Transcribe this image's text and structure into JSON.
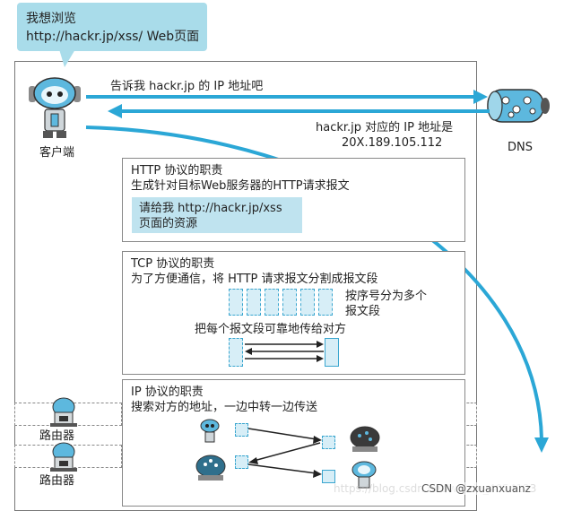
{
  "bubble": {
    "line1": "我想浏览",
    "line2": "http://hackr.jp/xss/ Web页面"
  },
  "dns": {
    "request": "告诉我 hackr.jp 的 IP 地址吧",
    "reply_line1": "hackr.jp 对应的 IP 地址是",
    "reply_line2": "20X.189.105.112",
    "label": "DNS"
  },
  "client_label": "客户端",
  "http_box": {
    "title": "HTTP 协议的职责",
    "desc": "生成针对目标Web服务器的HTTP请求报文",
    "note_line1": "请给我 http://hackr.jp/xss",
    "note_line2": "页面的资源"
  },
  "tcp_box": {
    "title": "TCP 协议的职责",
    "desc": "为了方便通信，将 HTTP 请求报文分割成报文段",
    "seg_note_line1": "按序号分为多个",
    "seg_note_line2": "报文段",
    "reliable": "把每个报文段可靠地传给对方"
  },
  "ip_box": {
    "title": "IP 协议的职责",
    "desc": "搜索对方的地址，一边中转一边传送"
  },
  "routers": [
    "路由器",
    "路由器"
  ],
  "watermark": {
    "faded": "https://blog.csdn.net/weixin_4054123",
    "main": "CSDN @zxuanxuanz"
  },
  "colors": {
    "accent": "#2ba7d6",
    "bubble": "#a9dcea",
    "note": "#bfe3ef"
  }
}
